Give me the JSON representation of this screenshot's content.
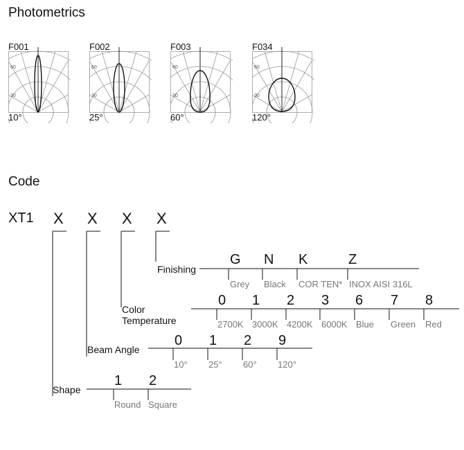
{
  "photometrics": {
    "title": "Photometrics",
    "items": [
      {
        "code": "F001",
        "angle": "10°",
        "scale_top": "60",
        "scale_bottom": "30"
      },
      {
        "code": "F002",
        "angle": "25°",
        "scale_top": "60",
        "scale_bottom": "30"
      },
      {
        "code": "F003",
        "angle": "60°",
        "scale_top": "60",
        "scale_bottom": "30"
      },
      {
        "code": "F034",
        "angle": "120°",
        "scale_top": "60",
        "scale_bottom": "30"
      }
    ]
  },
  "code": {
    "title": "Code",
    "prefix": "XT1",
    "placeholders": [
      "X",
      "X",
      "X",
      "X"
    ],
    "finishing": {
      "label": "Finishing",
      "options": [
        {
          "code": "G",
          "name": "Grey"
        },
        {
          "code": "N",
          "name": "Black"
        },
        {
          "code": "K",
          "name": "COR TEN*"
        },
        {
          "code": "Z",
          "name": "INOX AISI 316L"
        }
      ]
    },
    "color_temperature": {
      "label_line1": "Color",
      "label_line2": "Temperature",
      "options": [
        {
          "code": "0",
          "name": "2700K"
        },
        {
          "code": "1",
          "name": "3000K"
        },
        {
          "code": "2",
          "name": "4200K"
        },
        {
          "code": "3",
          "name": "6000K"
        },
        {
          "code": "6",
          "name": "Blue"
        },
        {
          "code": "7",
          "name": "Green"
        },
        {
          "code": "8",
          "name": "Red"
        }
      ]
    },
    "beam_angle": {
      "label": "Beam Angle",
      "options": [
        {
          "code": "0",
          "name": "10°"
        },
        {
          "code": "1",
          "name": "25°"
        },
        {
          "code": "2",
          "name": "60°"
        },
        {
          "code": "9",
          "name": "120°"
        }
      ]
    },
    "shape": {
      "label": "Shape",
      "options": [
        {
          "code": "1",
          "name": "Round"
        },
        {
          "code": "2",
          "name": "Square"
        }
      ]
    }
  }
}
